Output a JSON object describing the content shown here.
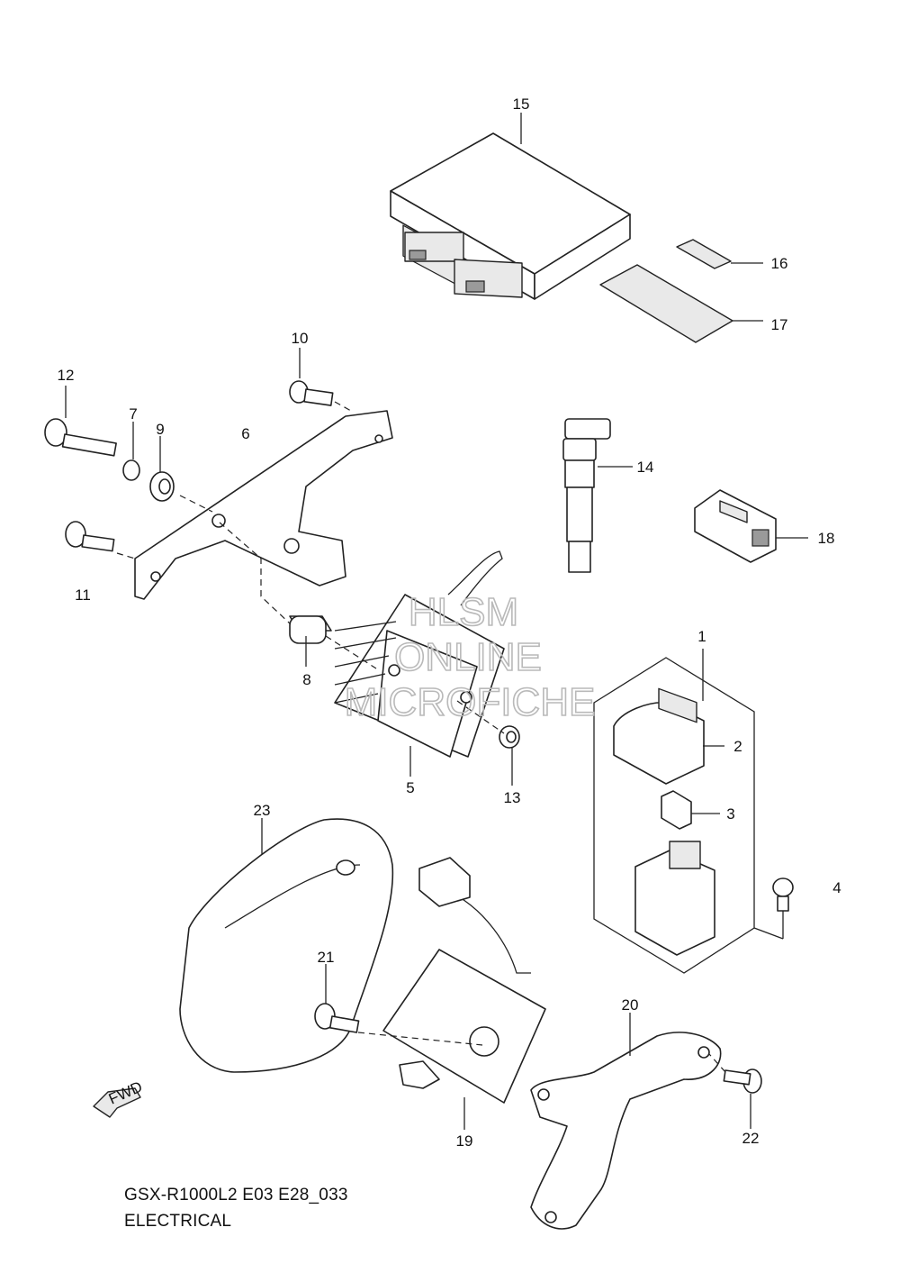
{
  "caption": {
    "model_line": "GSX-R1000L2 E03 E28_033",
    "section": "ELECTRICAL"
  },
  "watermark": [
    "HLSM",
    "ONLINE",
    "MICROFICHE"
  ],
  "direction_arrow": "FWD",
  "callouts": [
    {
      "id": "c1",
      "label": "1"
    },
    {
      "id": "c2",
      "label": "2"
    },
    {
      "id": "c3",
      "label": "3"
    },
    {
      "id": "c4",
      "label": "4"
    },
    {
      "id": "c5",
      "label": "5"
    },
    {
      "id": "c6",
      "label": "6"
    },
    {
      "id": "c7",
      "label": "7"
    },
    {
      "id": "c8",
      "label": "8"
    },
    {
      "id": "c9",
      "label": "9"
    },
    {
      "id": "c10",
      "label": "10"
    },
    {
      "id": "c11",
      "label": "11"
    },
    {
      "id": "c12",
      "label": "12"
    },
    {
      "id": "c13",
      "label": "13"
    },
    {
      "id": "c14",
      "label": "14"
    },
    {
      "id": "c15",
      "label": "15"
    },
    {
      "id": "c16",
      "label": "16"
    },
    {
      "id": "c17",
      "label": "17"
    },
    {
      "id": "c18",
      "label": "18"
    },
    {
      "id": "c19",
      "label": "19"
    },
    {
      "id": "c20",
      "label": "20"
    },
    {
      "id": "c21",
      "label": "21"
    },
    {
      "id": "c22",
      "label": "22"
    },
    {
      "id": "c23",
      "label": "23"
    }
  ]
}
